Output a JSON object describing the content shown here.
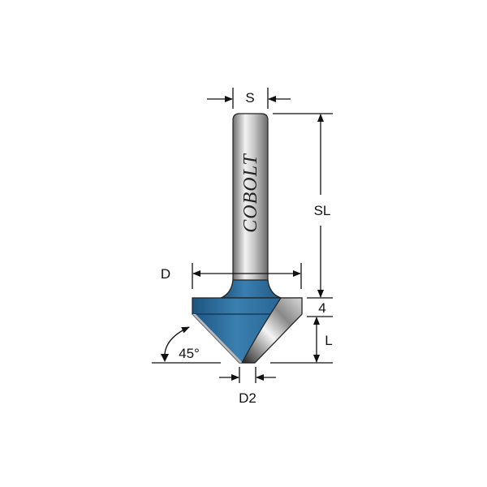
{
  "diagram": {
    "brand": "COBOLT",
    "labels": {
      "shank_diameter": "S",
      "shank_length": "SL",
      "diameter": "D",
      "band_height": "4",
      "cut_length": "L",
      "angle": "45°",
      "tip_diameter": "D2"
    },
    "colors": {
      "body": "#2f6f9e",
      "shank": "#b8b8b8",
      "cutter": "#9a9a9a"
    }
  }
}
